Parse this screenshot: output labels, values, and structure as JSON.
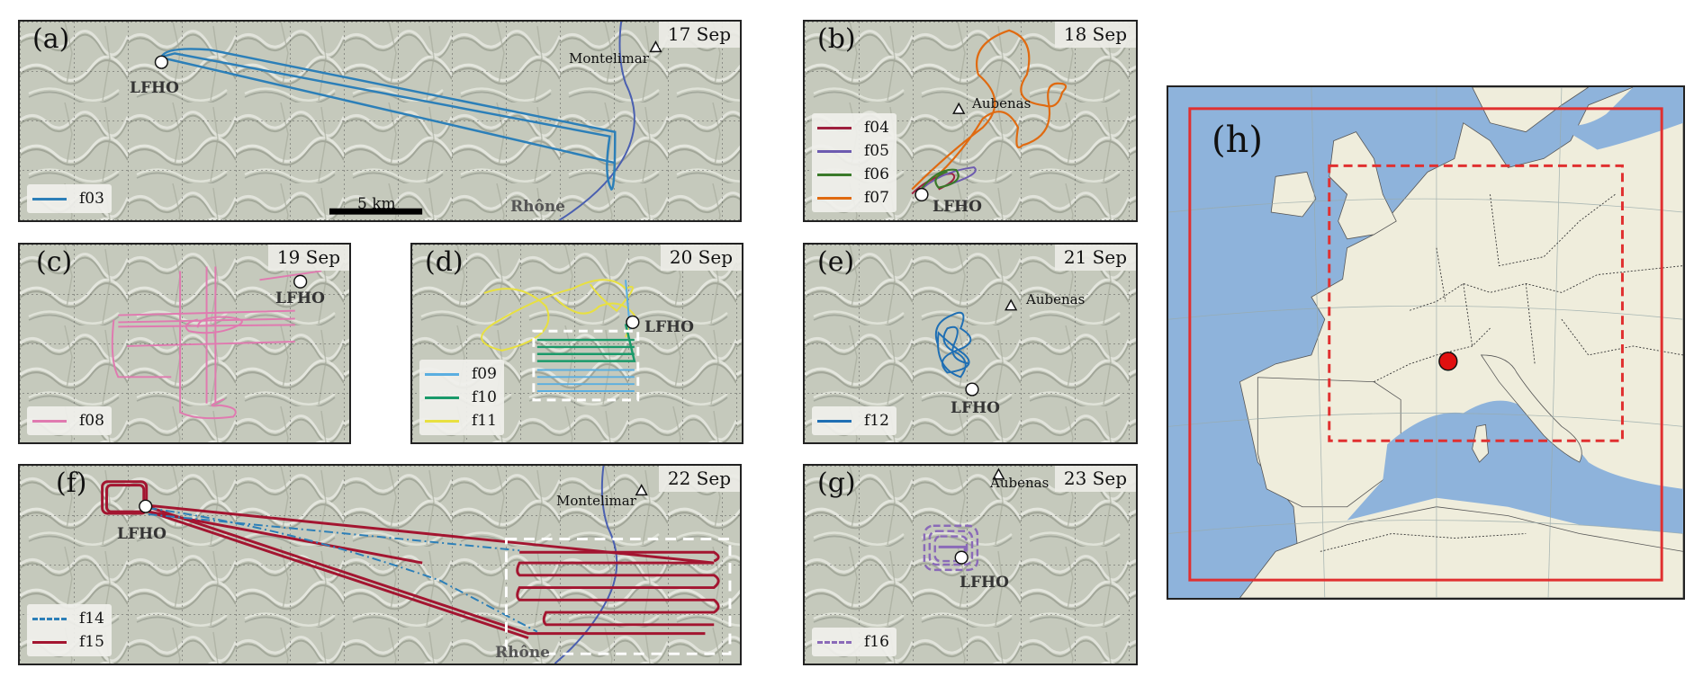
{
  "panels": {
    "a": {
      "label": "(a)",
      "date": "17 Sep",
      "legend": [
        {
          "name": "f03",
          "color": "#2c7fb8",
          "style": "solid"
        }
      ],
      "places": {
        "airport": "LFHO",
        "town": "Montelimar",
        "river": "Rhône"
      },
      "scale": "5 km"
    },
    "b": {
      "label": "(b)",
      "date": "18 Sep",
      "legend": [
        {
          "name": "f04",
          "color": "#9e1f3e",
          "style": "solid"
        },
        {
          "name": "f05",
          "color": "#6d5bb0",
          "style": "solid"
        },
        {
          "name": "f06",
          "color": "#3a7a2a",
          "style": "solid"
        },
        {
          "name": "f07",
          "color": "#e06a10",
          "style": "solid"
        }
      ],
      "places": {
        "airport": "LFHO",
        "town": "Aubenas"
      }
    },
    "c": {
      "label": "(c)",
      "date": "19 Sep",
      "legend": [
        {
          "name": "f08",
          "color": "#e07ab0",
          "style": "solid"
        }
      ],
      "places": {
        "airport": "LFHO"
      }
    },
    "d": {
      "label": "(d)",
      "date": "20 Sep",
      "legend": [
        {
          "name": "f09",
          "color": "#5aaee0",
          "style": "solid"
        },
        {
          "name": "f10",
          "color": "#1a9a6a",
          "style": "solid"
        },
        {
          "name": "f11",
          "color": "#e8e040",
          "style": "solid"
        }
      ],
      "places": {
        "airport": "LFHO"
      }
    },
    "e": {
      "label": "(e)",
      "date": "21 Sep",
      "legend": [
        {
          "name": "f12",
          "color": "#1f6fb4",
          "style": "solid"
        }
      ],
      "places": {
        "airport": "LFHO",
        "town": "Aubenas"
      }
    },
    "f": {
      "label": "(f)",
      "date": "22 Sep",
      "legend": [
        {
          "name": "f14",
          "color": "#2c7fb8",
          "style": "dashdot"
        },
        {
          "name": "f15",
          "color": "#a31530",
          "style": "solid"
        }
      ],
      "places": {
        "airport": "LFHO",
        "town": "Montelimar",
        "river": "Rhône"
      }
    },
    "g": {
      "label": "(g)",
      "date": "23 Sep",
      "legend": [
        {
          "name": "f16",
          "color": "#8a6ab8",
          "style": "dashed"
        }
      ],
      "places": {
        "airport": "LFHO",
        "town": "Aubenas"
      }
    },
    "h": {
      "label": "(h)"
    }
  },
  "colors": {
    "sea": "#8eb3db",
    "land": "#efeddc",
    "domain": "#e03030",
    "site": "#e01010"
  }
}
